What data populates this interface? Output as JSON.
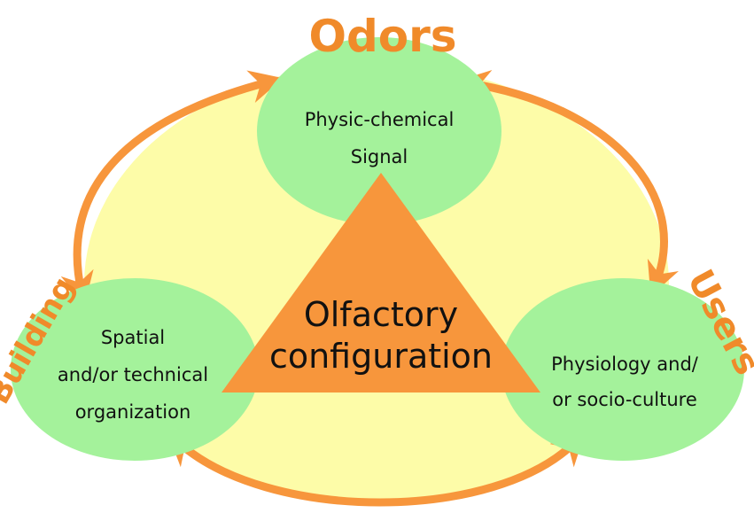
{
  "labels": {
    "odors": "Odors",
    "building": "Building",
    "users": "Users"
  },
  "nodes": {
    "signal": {
      "line1": "Physic-chemical",
      "line2": "Signal"
    },
    "spatial": {
      "line1": "Spatial",
      "line2": "and/or technical",
      "line3": "organization"
    },
    "physiology": {
      "line1": "Physiology and/",
      "line2": "or socio-culture"
    }
  },
  "center": {
    "line1": "Olfactory",
    "line2": "configuration"
  },
  "colors": {
    "background_ellipse": "#fdfca8",
    "node_fill": "#a4f29b",
    "triangle": "#f7963c",
    "arrow": "#f7963c",
    "label": "#f08a2a"
  }
}
